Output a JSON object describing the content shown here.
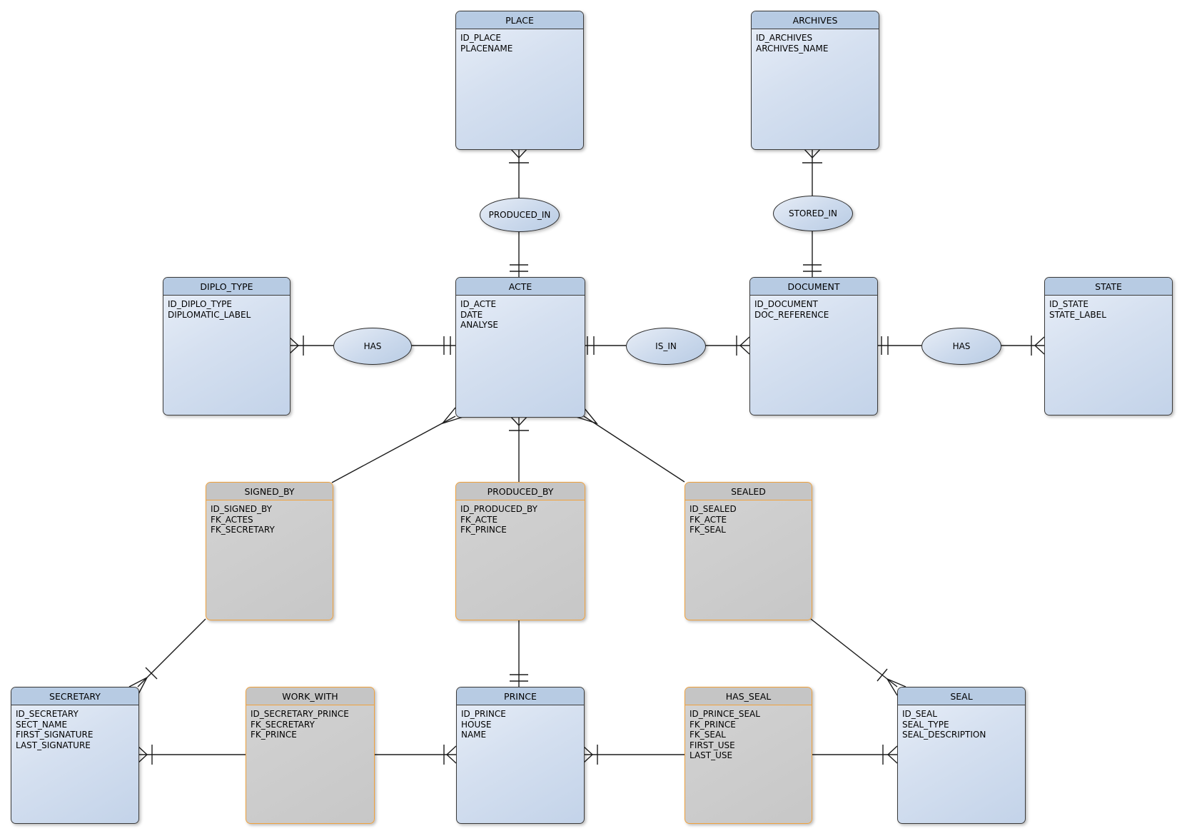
{
  "diagram": {
    "entities": [
      {
        "name": "PLACE",
        "attributes": [
          "ID_PLACE",
          "PLACENAME"
        ]
      },
      {
        "name": "ARCHIVES",
        "attributes": [
          "ID_ARCHIVES",
          "ARCHIVES_NAME"
        ]
      },
      {
        "name": "DIPLO_TYPE",
        "attributes": [
          "ID_DIPLO_TYPE",
          "DIPLOMATIC_LABEL"
        ]
      },
      {
        "name": "ACTE",
        "attributes": [
          "ID_ACTE",
          "DATE",
          "ANALYSE"
        ]
      },
      {
        "name": "DOCUMENT",
        "attributes": [
          "ID_DOCUMENT",
          "DOC_REFERENCE"
        ]
      },
      {
        "name": "STATE",
        "attributes": [
          "ID_STATE",
          "STATE_LABEL"
        ]
      },
      {
        "name": "SECRETARY",
        "attributes": [
          "ID_SECRETARY",
          "SECT_NAME",
          "FIRST_SIGNATURE",
          "LAST_SIGNATURE"
        ]
      },
      {
        "name": "PRINCE",
        "attributes": [
          "ID_PRINCE",
          "HOUSE",
          "NAME"
        ]
      },
      {
        "name": "SEAL",
        "attributes": [
          "ID_SEAL",
          "SEAL_TYPE",
          "SEAL_DESCRIPTION"
        ]
      }
    ],
    "associations": [
      {
        "name": "SIGNED_BY",
        "attributes": [
          "ID_SIGNED_BY",
          "FK_ACTES",
          "FK_SECRETARY"
        ]
      },
      {
        "name": "PRODUCED_BY",
        "attributes": [
          "ID_PRODUCED_BY",
          "FK_ACTE",
          "FK_PRINCE"
        ]
      },
      {
        "name": "SEALED",
        "attributes": [
          "ID_SEALED",
          "FK_ACTE",
          "FK_SEAL"
        ]
      },
      {
        "name": "WORK_WITH",
        "attributes": [
          "ID_SECRETARY_PRINCE",
          "FK_SECRETARY",
          "FK_PRINCE"
        ]
      },
      {
        "name": "HAS_SEAL",
        "attributes": [
          "ID_PRINCE_SEAL",
          "FK_PRINCE",
          "FK_SEAL",
          "FIRST_USE",
          "LAST_USE"
        ]
      }
    ],
    "relationships": [
      {
        "label": "PRODUCED_IN"
      },
      {
        "label": "STORED_IN"
      },
      {
        "label": "HAS"
      },
      {
        "label": "IS_IN"
      },
      {
        "label": "HAS"
      }
    ],
    "colors": {
      "entity_header": "#b7cbe3",
      "entity_body": "#d5e0f0",
      "association_body": "#c9c9c9",
      "association_border": "#f0a13c",
      "line": "#1b1b1b",
      "background": "#ffffff"
    }
  }
}
